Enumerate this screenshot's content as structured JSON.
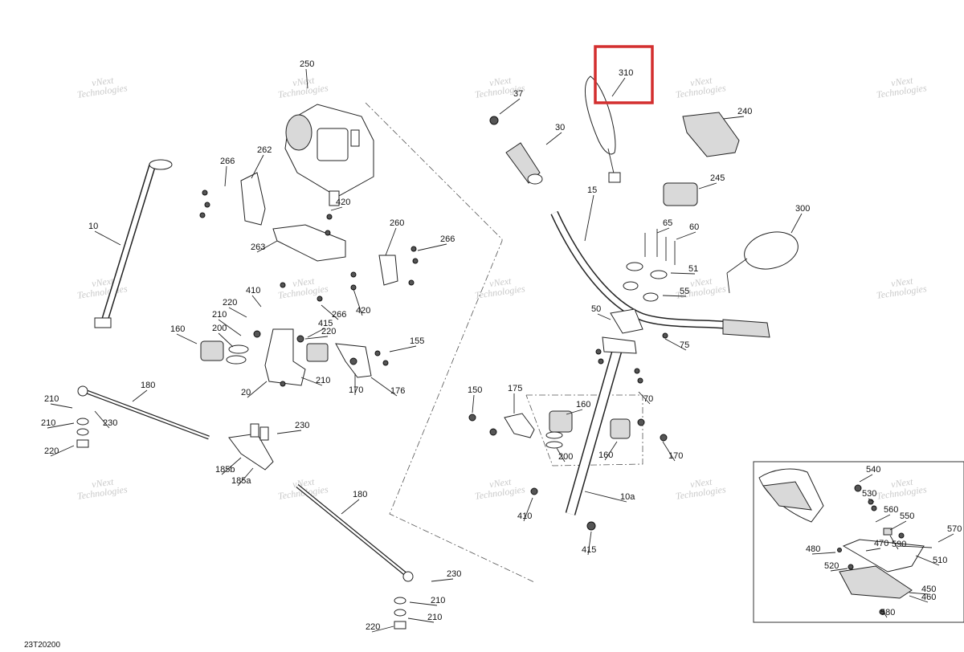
{
  "diagram_id": "23T20200",
  "highlighted_part": "310",
  "highlight_color": "#d32f2f",
  "watermark_lines": [
    "vNext",
    "Technologies"
  ],
  "callouts": [
    "250",
    "266",
    "262",
    "10",
    "420",
    "263",
    "260",
    "266",
    "410",
    "220",
    "415",
    "210",
    "200",
    "160",
    "220",
    "155",
    "210",
    "266",
    "420",
    "20",
    "170",
    "176",
    "180",
    "210",
    "230",
    "210",
    "220",
    "230",
    "185b",
    "185a",
    "180",
    "230",
    "210",
    "220",
    "210",
    "37",
    "30",
    "310",
    "240",
    "245",
    "15",
    "300",
    "65",
    "60",
    "51",
    "55",
    "50",
    "75",
    "150",
    "175",
    "160",
    "70",
    "200",
    "160",
    "170",
    "410",
    "10a",
    "415",
    "540",
    "530",
    "560",
    "550",
    "570",
    "470",
    "590",
    "480",
    "520",
    "510",
    "450",
    "460",
    "580"
  ]
}
